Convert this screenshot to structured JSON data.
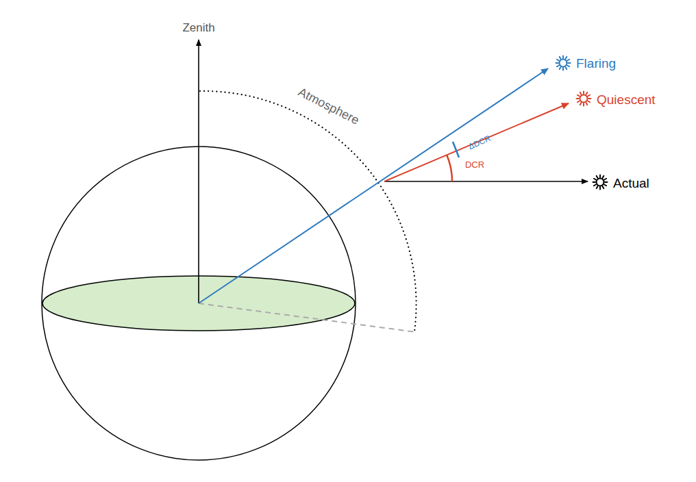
{
  "diagram": {
    "labels": [
      "Zenith",
      "Atmosphere",
      "ΔDCR",
      "DCR",
      "Flaring",
      "Quiescent",
      "Actual"
    ]
  }
}
